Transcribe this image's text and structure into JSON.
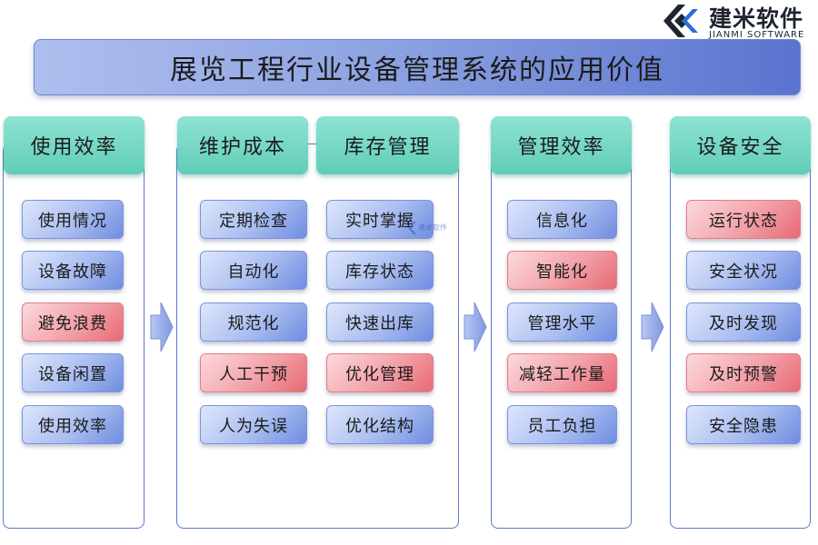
{
  "logo": {
    "name": "建米软件",
    "sub": "JIANMI SOFTWARE"
  },
  "title": "展览工程行业设备管理系统的应用价值",
  "columns": [
    {
      "header": "使用效率",
      "items": [
        "使用情况",
        "设备故障",
        "避免浪费",
        "设备闲置",
        "使用效率"
      ]
    },
    {
      "header": "维护成本",
      "items": [
        "定期检查",
        "自动化",
        "规范化",
        "人工干预",
        "人为失误"
      ]
    },
    {
      "header": "库存管理",
      "items": [
        "实时掌握",
        "库存状态",
        "快速出库",
        "优化管理",
        "优化结构"
      ]
    },
    {
      "header": "管理效率",
      "items": [
        "信息化",
        "智能化",
        "管理水平",
        "减轻工作量",
        "员工负担"
      ]
    },
    {
      "header": "设备安全",
      "items": [
        "运行状态",
        "安全状况",
        "及时发现",
        "及时预警",
        "安全隐患"
      ]
    }
  ],
  "highlighted": [
    "避免浪费",
    "人工干预",
    "优化管理",
    "智能化",
    "减轻工作量",
    "运行状态",
    "及时预警"
  ],
  "colors": {
    "header": "#6fd6c2",
    "item_blue": "#8ea6e8",
    "item_red": "#ef8f98",
    "panel_border": "#5f78cf",
    "arrow": "#7f97e0",
    "banner": "#8ea3e2"
  },
  "icons": {
    "arrow": "arrow-right-icon",
    "logo": "jianmi-logo-icon"
  },
  "watermark": "建米软件"
}
